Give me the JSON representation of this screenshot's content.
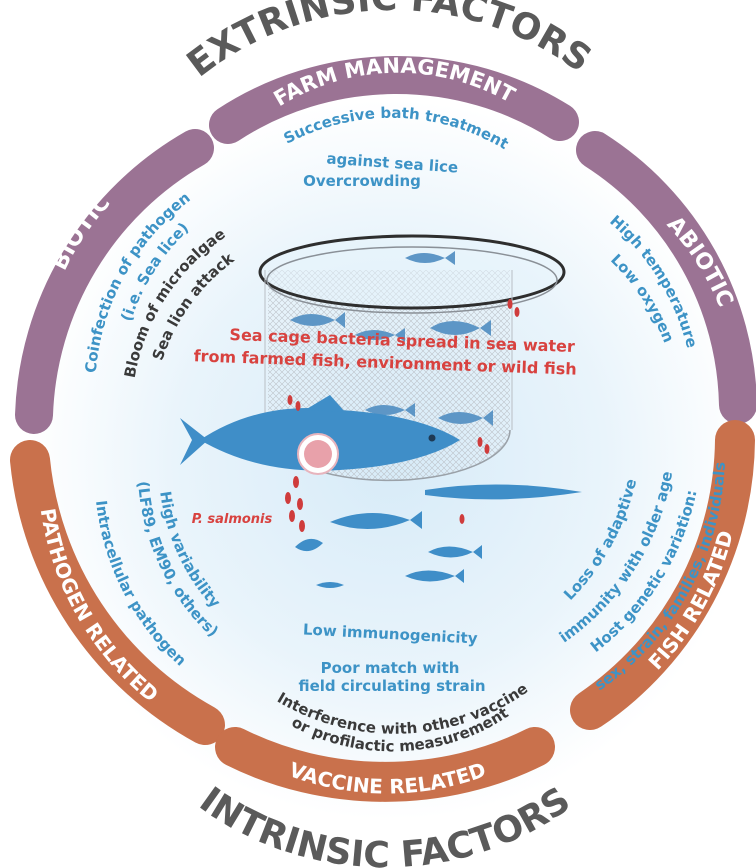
{
  "headings": {
    "extrinsic": "EXTRINSIC FACTORS",
    "intrinsic": "INTRINSIC FACTORS"
  },
  "segments": {
    "farm_management": "FARM MANAGEMENT",
    "abiotic": "ABIOTIC",
    "biotic": "BIOTIC",
    "pathogen_related": "PATHOGEN RELATED",
    "vaccine_related": "VACCINE RELATED",
    "fish_related": "FISH RELATED"
  },
  "farm_management_factors": {
    "line1": "Successive bath  treatment",
    "line2": "against sea lice",
    "line3": "Overcrowding"
  },
  "abiotic_factors": {
    "line1": "High temperature",
    "line2": "Low oxygen"
  },
  "biotic_factors": {
    "line1": "Coinfection of pathogen",
    "line2": "(i.e. Sea lice)",
    "line3": "Bloom of microalgae",
    "line4": "Sea lion attack"
  },
  "pathogen_factors": {
    "line1": "High variability",
    "line2": "(LF89, EM90, others)",
    "line3": "Intracellular pathogen"
  },
  "vaccine_factors": {
    "line1": "Low immunogenicity",
    "line2": "Poor match with",
    "line3": "field circulating strain",
    "line4": "Interference with other vaccine",
    "line5": "or profilactic measurement"
  },
  "fish_factors": {
    "line1": "Loss of adaptive",
    "line2": "immunity with older age",
    "line3": "Host genetic variation:",
    "line4": "sex, strain, families, individuals"
  },
  "center": {
    "line1": "Sea cage bacteria spread in sea water",
    "line2": "from farmed fish, environment or wild fish",
    "pathogen_name": "P. salmonis"
  },
  "colors": {
    "purple": "#9b7394",
    "orange": "#c9714c",
    "blue_text": "#3d93c6",
    "red_text": "#d8423f",
    "grey_heading": "#5a5a5a"
  }
}
